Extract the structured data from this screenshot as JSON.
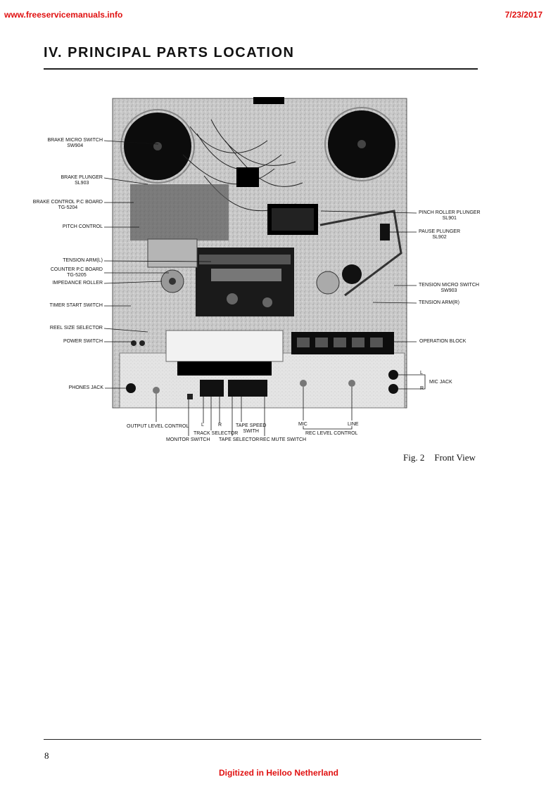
{
  "header": {
    "url": "www.freeservicemanuals.info",
    "date": "7/23/2017"
  },
  "title": "IV. PRINCIPAL PARTS LOCATION",
  "figure": {
    "caption_fig": "Fig. 2",
    "caption_text": "Front View",
    "labels": {
      "brake_micro_switch": "BRAKE MICRO SWITCH",
      "sw904": "SW904",
      "brake_plunger": "BRAKE PLUNGER",
      "sl903": "SL903",
      "brake_control_board": "BRAKE CONTROL P.C BOARD",
      "tg5204": "TG-5204",
      "pitch_control": "PITCH CONTROL",
      "tension_arm_l": "TENSION ARM(L)",
      "counter_board": "COUNTER P.C BOARD",
      "tg5205": "TG-5205",
      "impedance_roller": "IMPEDANCE ROLLER",
      "timer_start_switch": "TIMER START SWITCH",
      "reel_size_selector": "REEL SIZE SELECTOR",
      "power_switch": "POWER SWITCH",
      "phones_jack": "PHONES JACK",
      "pinch_roller_plunger": "PINCH ROLLER PLUNGER",
      "sl901": "SL901",
      "pause_plunger": "PAUSE PLUNGER",
      "sl902": "SL902",
      "tension_micro_switch": "TENSION MICRO SWITCH",
      "sw903": "SW903",
      "tension_arm_r": "TENSION ARM(R)",
      "operation_block": "OPERATION BLOCK",
      "mic_jack": "MIC JACK",
      "mic_l": "L",
      "mic_r": "R",
      "output_level_control": "OUTPUT LEVEL CONTROL",
      "track_l": "L",
      "track_r": "R",
      "track_selector": "TRACK SELECTOR",
      "monitor_switch": "MONITOR SWITCH",
      "tape_speed": "TAPE SPEED",
      "switch": "SWITH",
      "tape_selector": "TAPE SELECTOR",
      "rec_mute_switch": "REC MUTE SWITCH",
      "mic": "MIC",
      "line": "LINE",
      "rec_level_control": "REC LEVEL CONTROL"
    }
  },
  "page_number": "8",
  "footer": "Digitized in Heiloo Netherland"
}
